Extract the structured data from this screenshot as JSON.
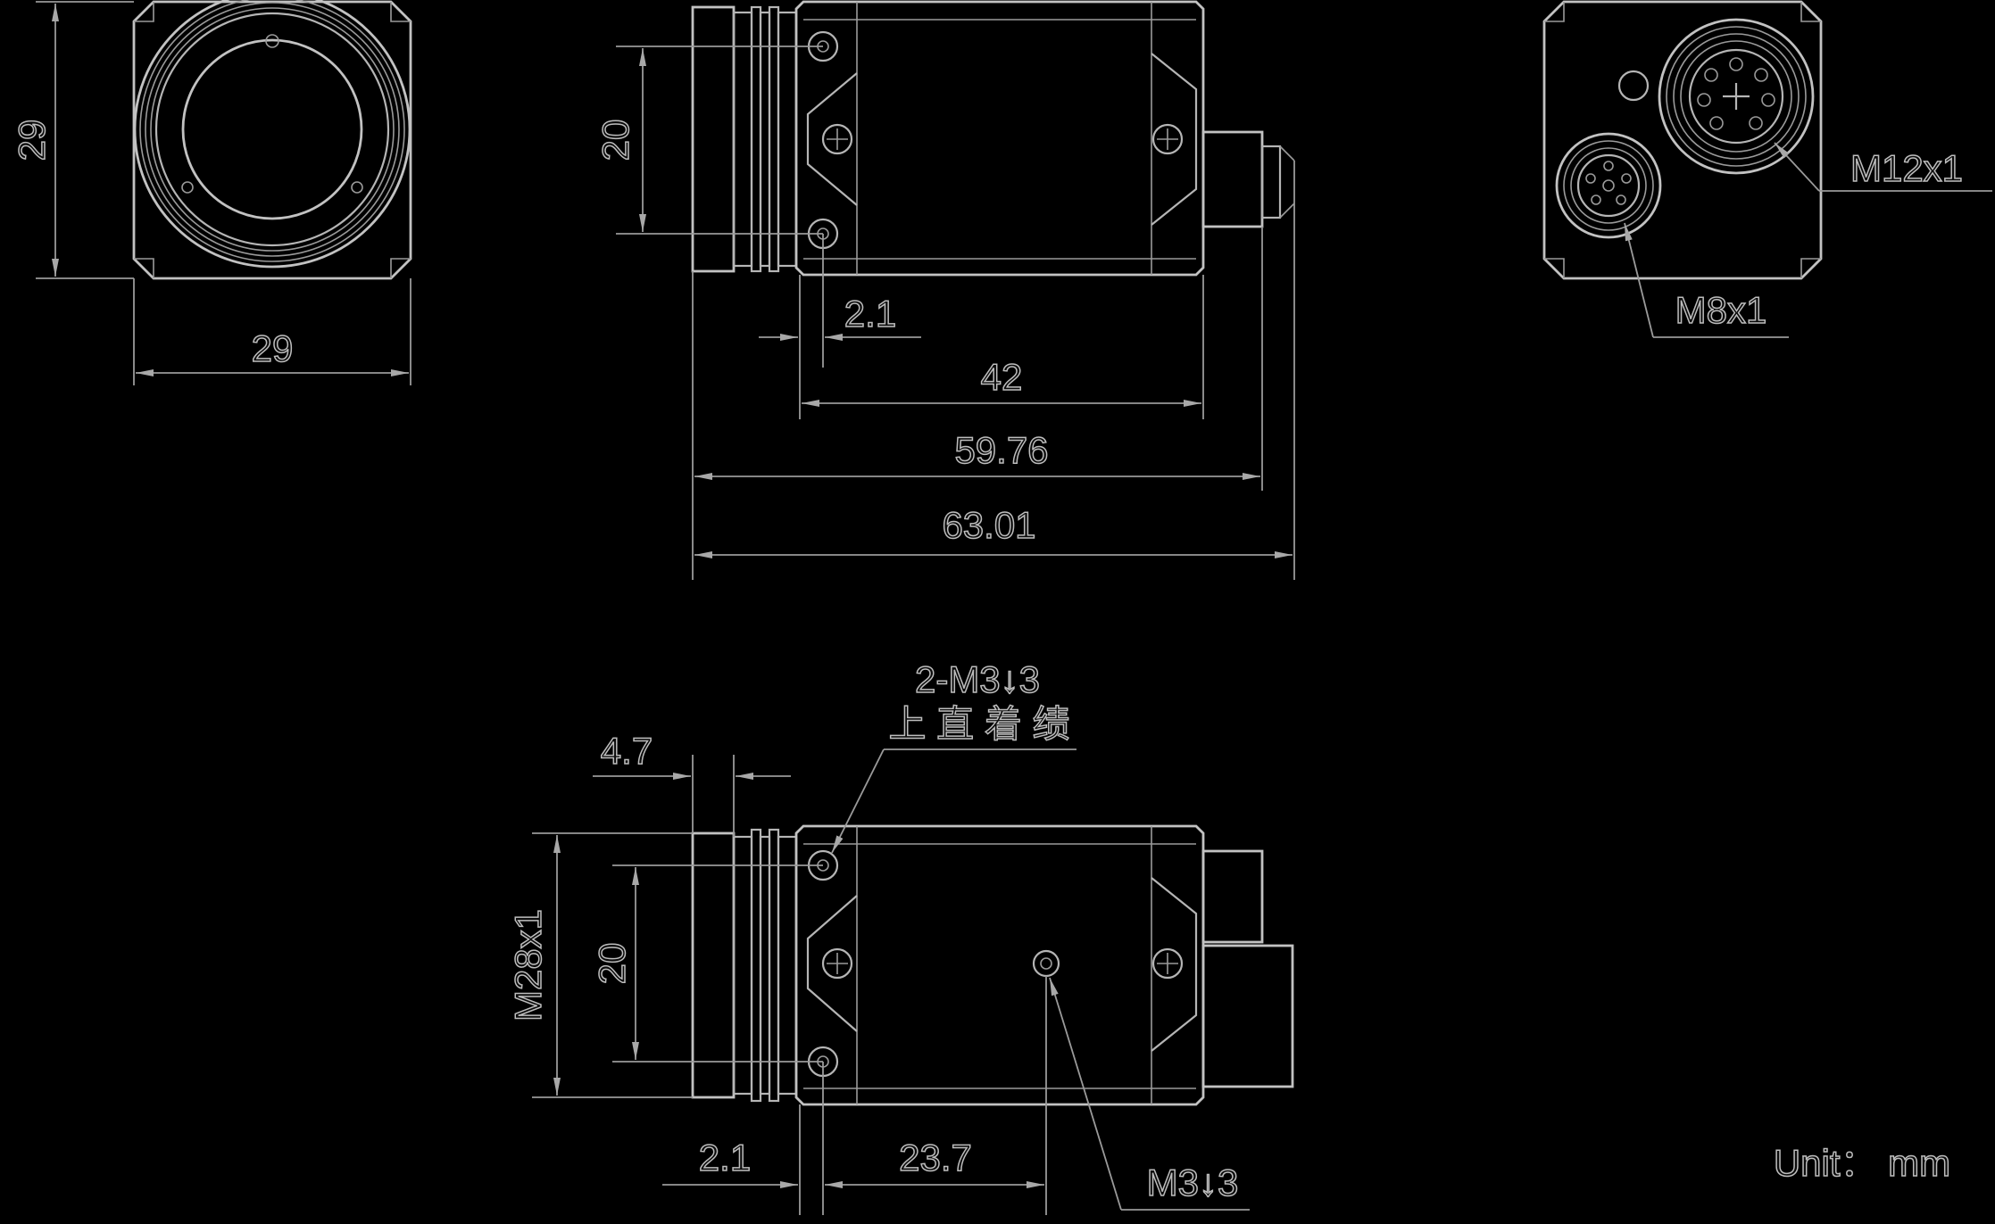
{
  "front_view": {
    "height_dim": "29",
    "width_dim": "29"
  },
  "side_view_top": {
    "hole_spacing_dim": "20",
    "flange_dim": "2.1",
    "body_length_dim": "42",
    "length_with_connector_dim": "59.76",
    "total_length_dim": "63.01"
  },
  "rear_view": {
    "connector_large": "M12x1",
    "connector_small": "M8x1"
  },
  "side_view_bottom": {
    "mount_holes_label": "2-M3↓3",
    "mount_holes_note": "上 直 着 绩",
    "lens_depth_dim": "4.7",
    "thread_dim": "M28x1",
    "hole_spacing_dim": "20",
    "flange_dim": "2.1",
    "hole_offset_dim": "23.7",
    "single_hole_label": "M3↓3"
  },
  "unit_note": "Unit： mm"
}
